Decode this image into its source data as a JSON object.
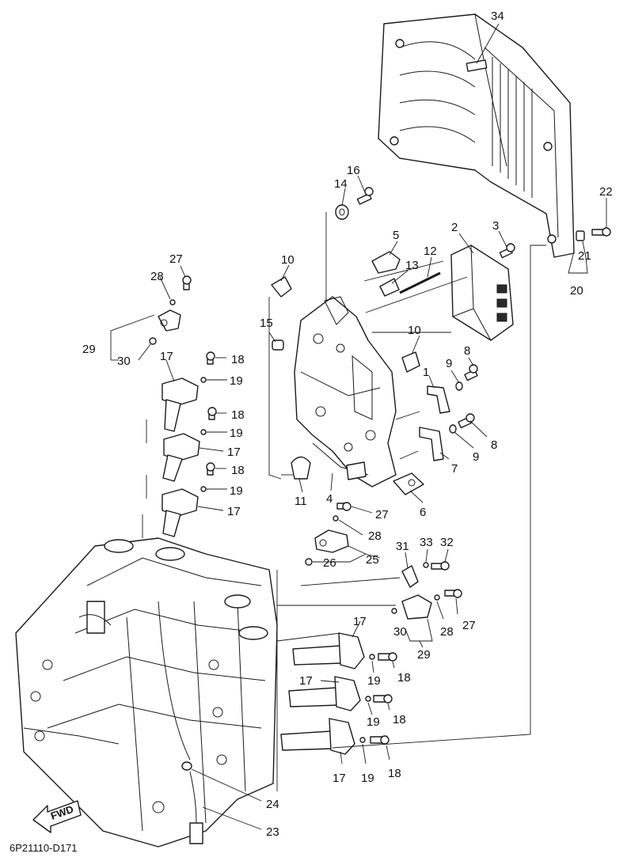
{
  "callouts": {
    "p1": "1",
    "p2": "2",
    "p3": "3",
    "p4": "4",
    "p5": "5",
    "p6": "6",
    "p7": "7",
    "p8": "8",
    "p9": "9",
    "p10": "10",
    "p11": "11",
    "p12": "12",
    "p13": "13",
    "p14": "14",
    "p15": "15",
    "p16": "16",
    "p17": "17",
    "p18": "18",
    "p19": "19",
    "p20": "20",
    "p21": "21",
    "p22": "22",
    "p23": "23",
    "p24": "24",
    "p25": "25",
    "p26": "26",
    "p27": "27",
    "p28": "28",
    "p29": "29",
    "p30": "30",
    "p31": "31",
    "p32": "32",
    "p33": "33",
    "p34": "34"
  },
  "fwd_label": "FWD",
  "catalog_code": "6P21110-D171"
}
